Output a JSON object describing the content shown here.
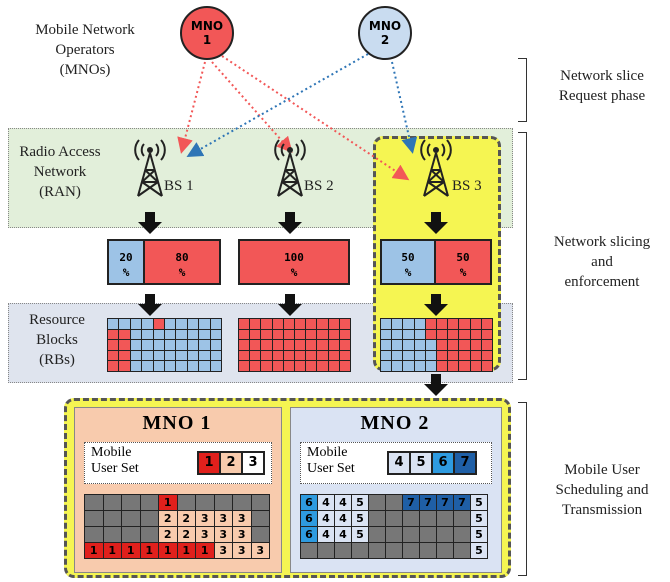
{
  "labels": {
    "mno_group": [
      "Mobile Network",
      "Operators",
      "(MNOs)"
    ],
    "ran": [
      "Radio Access",
      "Network",
      "(RAN)"
    ],
    "rb": [
      "Resource",
      "Blocks",
      "(RBs)"
    ],
    "phase1": [
      "Network slice",
      "Request phase"
    ],
    "phase2": [
      "Network slicing",
      "and",
      "enforcement"
    ],
    "phase3": [
      "Mobile User",
      "Scheduling and",
      "Transmission"
    ]
  },
  "mnos": [
    {
      "line1": "MNO",
      "line2": "1",
      "color": "#f25757"
    },
    {
      "line1": "MNO",
      "line2": "2",
      "color": "#c9dcf0"
    }
  ],
  "base_stations": [
    "BS 1",
    "BS 2",
    "BS 3"
  ],
  "slices": [
    {
      "parts": [
        {
          "value": "20",
          "unit": "%",
          "color": "#9dc3e6"
        },
        {
          "value": "80",
          "unit": "%",
          "color": "#f25757"
        }
      ]
    },
    {
      "parts": [
        {
          "value": "100",
          "unit": "%",
          "color": "#f25757"
        }
      ]
    },
    {
      "parts": [
        {
          "value": "50",
          "unit": "%",
          "color": "#9dc3e6"
        },
        {
          "value": "50",
          "unit": "%",
          "color": "#f25757"
        }
      ]
    }
  ],
  "scheduling": {
    "mno1": {
      "title": "MNO 1",
      "user_set_label": [
        "Mobile",
        "User Set"
      ],
      "users": [
        "1",
        "2",
        "3"
      ]
    },
    "mno2": {
      "title": "MNO 2",
      "user_set_label": [
        "Mobile",
        "User Set"
      ],
      "users": [
        "4",
        "5",
        "6",
        "7"
      ]
    }
  },
  "colors": {
    "red": "#f25757",
    "light_blue": "#9dc3e6",
    "ran_band": "#e2efda",
    "rb_band": "#dfe4ee",
    "bs3_highlight": "#f5f552",
    "mno1_panel": "#f8cbad",
    "mno2_panel": "#dae3f3"
  }
}
